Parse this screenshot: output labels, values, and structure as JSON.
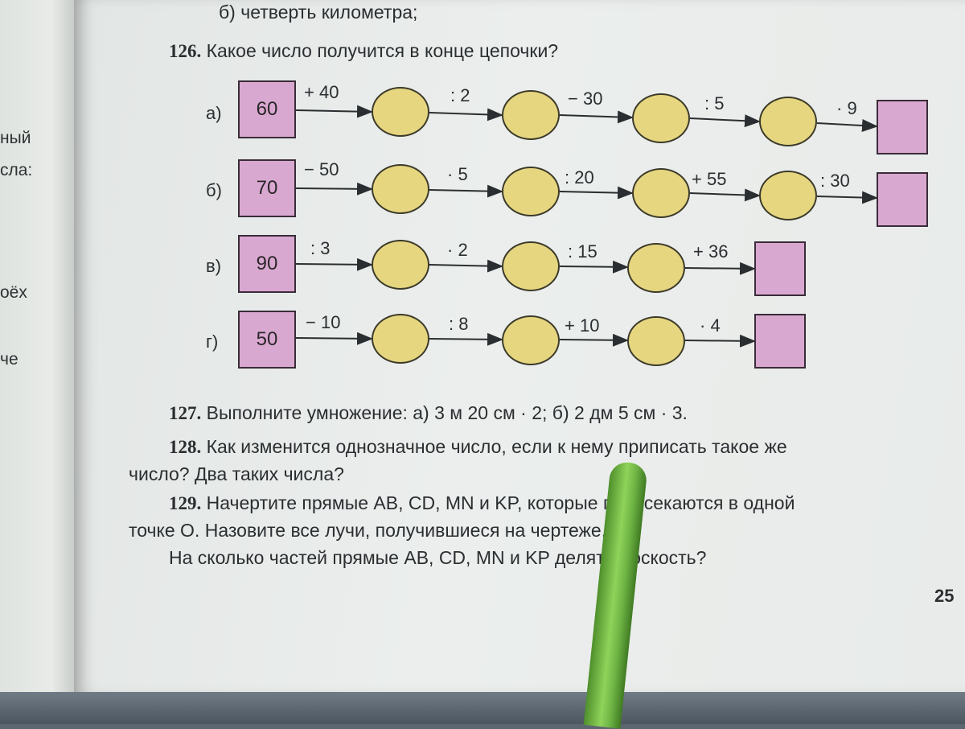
{
  "left_page_fragments": [
    "ный",
    "сла:",
    "оёх",
    "че"
  ],
  "top_line": "б) четверть километра;",
  "task126": {
    "number": "126.",
    "text": "Какое число получится в конце цепочки?"
  },
  "chains": [
    {
      "label": "а)",
      "start": "60",
      "ops": [
        "+ 40",
        ": 2",
        "− 30",
        ": 5",
        "· 9"
      ]
    },
    {
      "label": "б)",
      "start": "70",
      "ops": [
        "− 50",
        "· 5",
        ": 20",
        "+ 55",
        ": 30"
      ]
    },
    {
      "label": "в)",
      "start": "90",
      "ops": [
        ": 3",
        "· 2",
        ": 15",
        "+ 36"
      ]
    },
    {
      "label": "г)",
      "start": "50",
      "ops": [
        "− 10",
        ": 8",
        "+ 10",
        "· 4"
      ]
    }
  ],
  "task127": {
    "number": "127.",
    "text": "Выполните умножение: а) 3 м 20 см · 2;    б) 2 дм 5 см · 3."
  },
  "task128": {
    "number": "128.",
    "line1": "Как изменится однозначное число, если к нему приписать такое же",
    "line2": "число? Два таких числа?"
  },
  "task129": {
    "number": "129.",
    "line1": "Начертите прямые AB, CD, MN и KP, которые пересекаются в одной",
    "line2": "точке O. Назовите все лучи, получившиеся на чертеже.",
    "line3": "На сколько частей прямые AB, CD, MN и KP делят плоскость?"
  },
  "page_number": "25",
  "colors": {
    "square_fill": "#d9a8d0",
    "oval_fill": "#e6d680",
    "page": "#e8ebe9",
    "pencil": "#7cc24a"
  }
}
